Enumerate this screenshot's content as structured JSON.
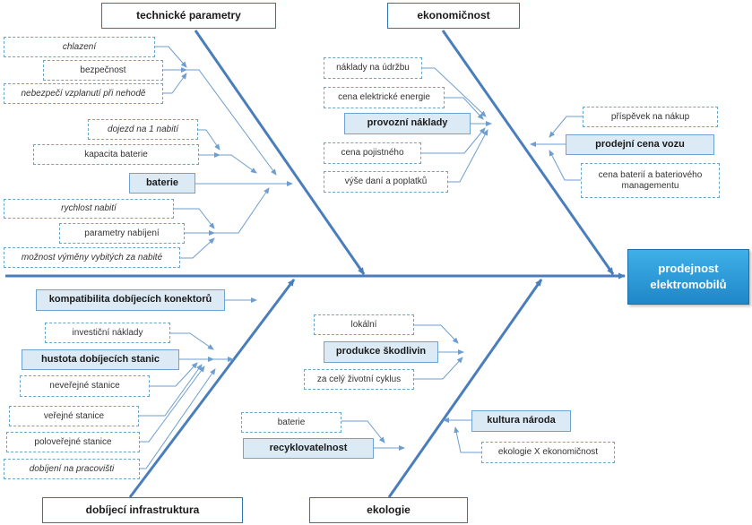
{
  "result": "prodejnost elektromobilů",
  "categories": {
    "technical": "technické parametry",
    "economy": "ekonomičnost",
    "infrastructure": "dobíjecí infrastruktura",
    "ecology": "ekologie"
  },
  "technical": {
    "safety_items": [
      "chlazení",
      "bezpečnost",
      "nebezpečí vzplanutí při nehodě"
    ],
    "battery": "baterie",
    "battery_items": [
      "dojezd na 1 nabití",
      "kapacita baterie"
    ],
    "charging_items": [
      "rychlost nabití",
      "parametry nabíjení",
      "možnost výměny vybitých za nabité"
    ]
  },
  "economy": {
    "operating_costs": "provozní náklady",
    "operating_items": [
      "náklady na údržbu",
      "cena elektrické energie",
      "cena pojistného",
      "výše daní a poplatků"
    ],
    "car_price": "prodejní cena vozu",
    "price_items": [
      "příspěvek na nákup",
      "cena baterií a bateriového managementu"
    ]
  },
  "infrastructure": {
    "compatibility": "kompatibilita dobíjecích konektorů",
    "density": "hustota dobíjecích stanic",
    "density_items": [
      "investiční náklady",
      "neveřejné stanice",
      "veřejné stanice",
      "poloveřejné stanice",
      "dobíjení na pracovišti"
    ]
  },
  "ecology": {
    "pollutants": "produkce škodlivin",
    "pollutant_items": [
      "lokální",
      "za celý životní cyklus"
    ],
    "recyclability": "recyklovatelnost",
    "recycle_items": [
      "baterie"
    ],
    "culture": "kultura národa",
    "culture_items": [
      "ekologie X ekonomičnost"
    ]
  },
  "colors": {
    "spine": "#4a7ebb",
    "arrow": "#6d9ecf",
    "result_bg": "#2a9ad8"
  }
}
